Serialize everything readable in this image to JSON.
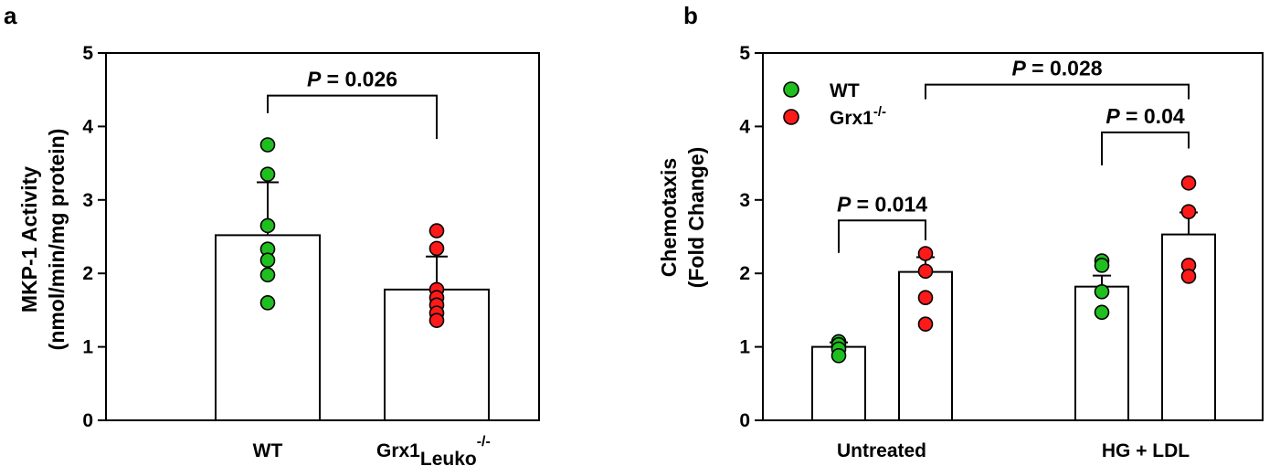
{
  "colors": {
    "wt": "#1fbf1f",
    "grx1": "#ff1a1a",
    "bar_fill": "#ffffff",
    "stroke": "#000000"
  },
  "chart_data": [
    {
      "panel": "a",
      "type": "bar",
      "ylabel_line1": "MKP-1 Activity",
      "ylabel_line2": "(nmol/min/mg protein)",
      "ylim": [
        0,
        5
      ],
      "yticks": [
        "0",
        "1",
        "2",
        "3",
        "4",
        "5"
      ],
      "categories": [
        {
          "label": "WT",
          "sub": "",
          "sup": ""
        },
        {
          "label": "Grx1",
          "sub": "Leuko",
          "sup": "-/-"
        }
      ],
      "bars": [
        {
          "category": "WT",
          "value": 2.52,
          "error": 0.72,
          "color": "wt",
          "points": [
            3.75,
            3.35,
            2.65,
            2.33,
            2.18,
            1.98,
            1.6
          ]
        },
        {
          "category": "Grx1Leuko-/-",
          "value": 1.78,
          "error": 0.45,
          "color": "grx1",
          "points": [
            2.58,
            2.34,
            1.78,
            1.67,
            1.57,
            1.46,
            1.36
          ]
        }
      ],
      "comparisons": [
        {
          "from": 0,
          "to": 1,
          "level": 4.42,
          "left_drop": 4.18,
          "right_drop": 3.83,
          "label": "P = 0.026"
        }
      ]
    },
    {
      "panel": "b",
      "type": "bar",
      "ylabel_line1": "Chemotaxis",
      "ylabel_line2": "(Fold Change)",
      "ylim": [
        0,
        5
      ],
      "yticks": [
        "0",
        "1",
        "2",
        "3",
        "4",
        "5"
      ],
      "categories": [
        {
          "label": "Untreated",
          "sub": "",
          "sup": ""
        },
        {
          "label": "HG + LDL",
          "sub": "",
          "sup": ""
        }
      ],
      "series": [
        {
          "name": "WT",
          "sup": "",
          "color": "wt"
        },
        {
          "name": "Grx1",
          "sup": "-/-",
          "color": "grx1"
        }
      ],
      "bars": [
        {
          "category": "Untreated",
          "series": "WT",
          "value": 1.0,
          "error": 0.06,
          "color": "wt",
          "points": [
            1.07,
            1.03,
            0.97,
            0.88
          ]
        },
        {
          "category": "Untreated",
          "series": "Grx1-/-",
          "value": 2.02,
          "error": 0.2,
          "color": "grx1",
          "points": [
            2.27,
            2.03,
            1.67,
            1.31
          ]
        },
        {
          "category": "HG + LDL",
          "series": "WT",
          "value": 1.82,
          "error": 0.15,
          "color": "wt",
          "points": [
            2.17,
            2.11,
            1.75,
            1.47
          ]
        },
        {
          "category": "HG + LDL",
          "series": "Grx1-/-",
          "value": 2.53,
          "error": 0.3,
          "color": "grx1",
          "points": [
            3.23,
            2.84,
            2.11,
            1.96
          ]
        }
      ],
      "comparisons": [
        {
          "from": 0,
          "to": 1,
          "level": 2.72,
          "left_drop": 2.28,
          "right_drop": 2.45,
          "label": "P = 0.014"
        },
        {
          "from": 2,
          "to": 3,
          "level": 3.92,
          "left_drop": 3.47,
          "right_drop": 3.7,
          "label": "P = 0.04"
        },
        {
          "from": 1,
          "to": 3,
          "level": 4.57,
          "left_drop": 4.37,
          "right_drop": 4.37,
          "label": "P = 0.028"
        }
      ]
    }
  ]
}
